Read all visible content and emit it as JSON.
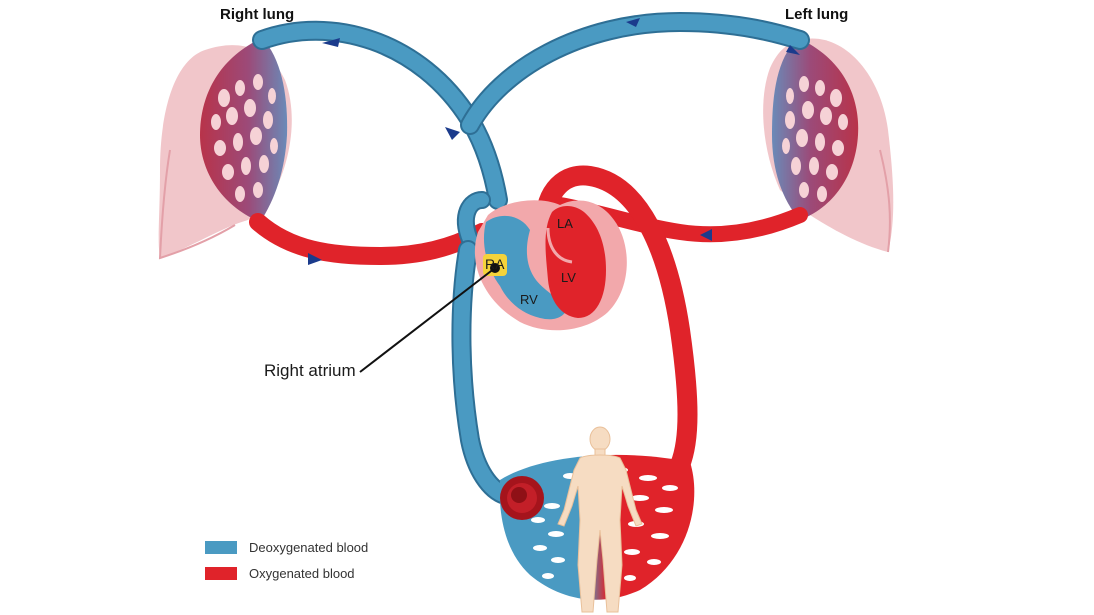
{
  "labels": {
    "right_lung": "Right lung",
    "left_lung": "Left lung",
    "right_atrium": "Right atrium",
    "ra": "RA",
    "la": "LA",
    "lv": "LV",
    "rv": "RV"
  },
  "legend": [
    {
      "label": "Deoxygenated blood",
      "color": "#4a9ac2"
    },
    {
      "label": "Oxygenated blood",
      "color": "#e0232a"
    }
  ],
  "colors": {
    "deoxygenated": "#4a9ac2",
    "oxygenated": "#e0232a",
    "lung_tissue": "#f0c0c4",
    "heart_wall": "#f2a8ab",
    "ra_highlight": "#f5d33a",
    "arrow": "#1b3b8c",
    "skin": "#f6dcc2"
  },
  "icons": [
    "right-lung-icon",
    "left-lung-icon",
    "heart-icon",
    "red-blood-cell-icon",
    "human-body-icon"
  ]
}
